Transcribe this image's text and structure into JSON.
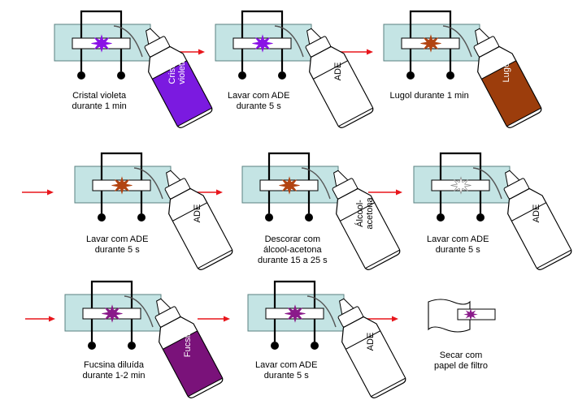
{
  "colors": {
    "rack": "#c4e4e4",
    "rack_border": "#5a8080",
    "arrow": "#e8161c",
    "violet": "#7b1ae0",
    "lugol": "#9c3d0c",
    "fucsina": "#7a127a",
    "slide_star_crystal": "#8a12e6",
    "slide_star_lugol": "#b24412",
    "slide_star_decolor": "#ffffff",
    "slide_star_fucsina": "#8a1a8a"
  },
  "steps": [
    {
      "id": "cristal-violeta",
      "label": [
        "Cristal violeta",
        "durante 1 min"
      ],
      "bottle": "Cristal violeta",
      "bottle_lines": [
        "Cristal",
        "violeta"
      ],
      "bottle_color": "violet",
      "star": "slide_star_crystal"
    },
    {
      "id": "lavar-1",
      "label": [
        "Lavar com ADE",
        "durante 5 s"
      ],
      "bottle": "ADE",
      "bottle_lines": [
        "ADE"
      ],
      "bottle_color": "",
      "star": "slide_star_crystal"
    },
    {
      "id": "lugol",
      "label": [
        "Lugol durante 1 min"
      ],
      "bottle": "Lugol",
      "bottle_lines": [
        "Lugol"
      ],
      "bottle_color": "lugol",
      "star": "slide_star_lugol"
    },
    {
      "id": "lavar-2",
      "label": [
        "Lavar com ADE",
        "durante 5 s"
      ],
      "bottle": "ADE",
      "bottle_lines": [
        "ADE"
      ],
      "bottle_color": "",
      "star": "slide_star_lugol"
    },
    {
      "id": "descorar",
      "label": [
        "Descorar com",
        "álcool-acetona",
        "durante 15 a 25 s"
      ],
      "bottle": "Álcool-acetona",
      "bottle_lines": [
        "Álcool-",
        "acetona"
      ],
      "bottle_color": "",
      "star": "slide_star_lugol"
    },
    {
      "id": "lavar-3",
      "label": [
        "Lavar com ADE",
        "durante 5 s"
      ],
      "bottle": "ADE",
      "bottle_lines": [
        "ADE"
      ],
      "bottle_color": "",
      "star": "slide_star_decolor"
    },
    {
      "id": "fucsina",
      "label": [
        "Fucsina diluída",
        "durante 1-2 min"
      ],
      "bottle": "Fucsina",
      "bottle_lines": [
        "Fucsina"
      ],
      "bottle_color": "fucsina",
      "star": "slide_star_fucsina"
    },
    {
      "id": "lavar-4",
      "label": [
        "Lavar com ADE",
        "durante 5 s"
      ],
      "bottle": "ADE",
      "bottle_lines": [
        "ADE"
      ],
      "bottle_color": "",
      "star": "slide_star_fucsina"
    },
    {
      "id": "secar",
      "label": [
        "Secar com",
        "papel de filtro"
      ],
      "bottle": "",
      "bottle_lines": [],
      "bottle_color": "",
      "star": "slide_star_fucsina"
    }
  ]
}
